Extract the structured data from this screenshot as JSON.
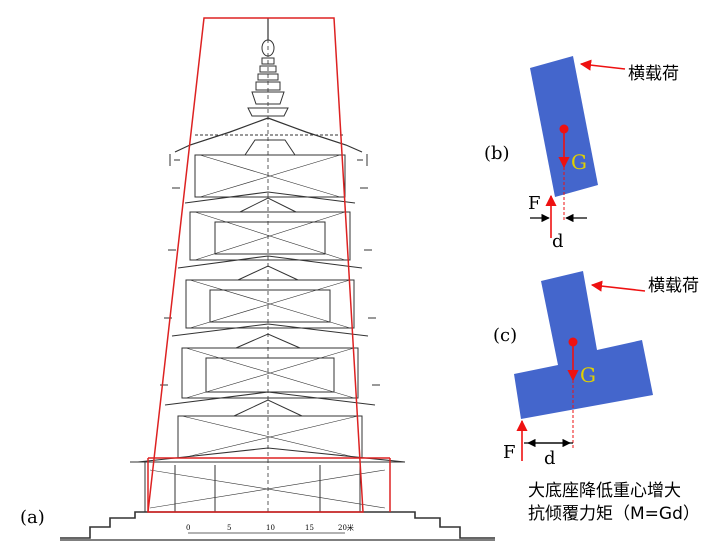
{
  "panel_a": {
    "label": "(a)",
    "scale_labels": [
      "0",
      "5",
      "10",
      "15",
      "20米"
    ]
  },
  "panel_b": {
    "label": "(b)",
    "load_label": "横载荷",
    "gravity_label": "G",
    "force_label": "F",
    "distance_label": "d"
  },
  "panel_c": {
    "label": "(c)",
    "load_label": "横载荷",
    "gravity_label": "G",
    "force_label": "F",
    "distance_label": "d",
    "caption_line1": "大底座降低重心增大",
    "caption_line2": "抗倾覆力矩（M=Gd）"
  },
  "colors": {
    "block": "#4466cc",
    "arrow": "#ee1111",
    "outline": "#dd2222",
    "gravity_text": "#e0d000"
  }
}
